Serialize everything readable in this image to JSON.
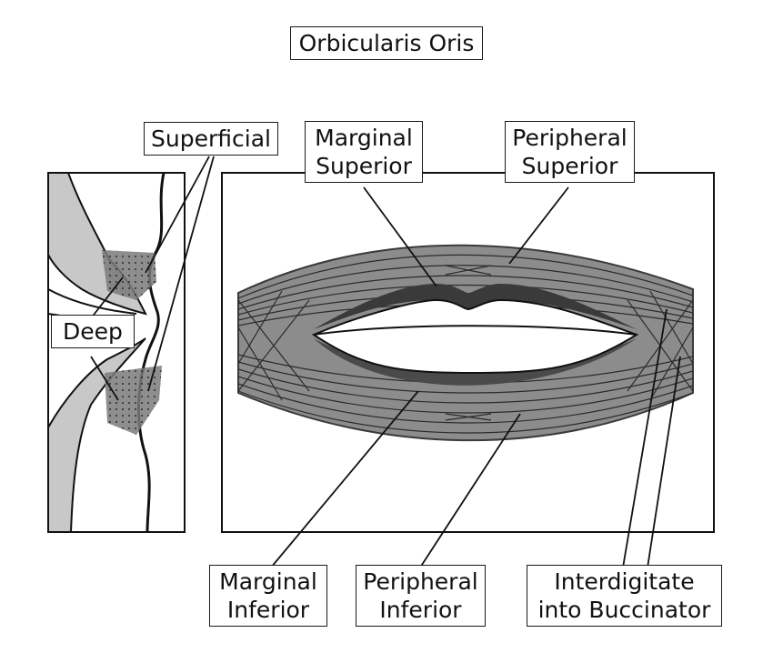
{
  "title": "Orbicularis Oris",
  "labels": {
    "superficial": "Superficial",
    "deep": "Deep",
    "marginal_superior": [
      "Marginal",
      "Superior"
    ],
    "peripheral_superior": [
      "Peripheral",
      "Superior"
    ],
    "marginal_inferior": [
      "Marginal",
      "Inferior"
    ],
    "peripheral_inferior": [
      "Peripheral",
      "Inferior"
    ],
    "interdigitate": [
      "Interdigitate",
      "into Buccinator"
    ]
  },
  "colors": {
    "muscle_fill": "#8c8c8c",
    "muscle_dark": "#3a3a3a",
    "fiber_line": "#2b2b2b",
    "tissue_gray": "#c8c8c8",
    "stipple_gray": "#7a7a7a",
    "outline": "#111111"
  }
}
